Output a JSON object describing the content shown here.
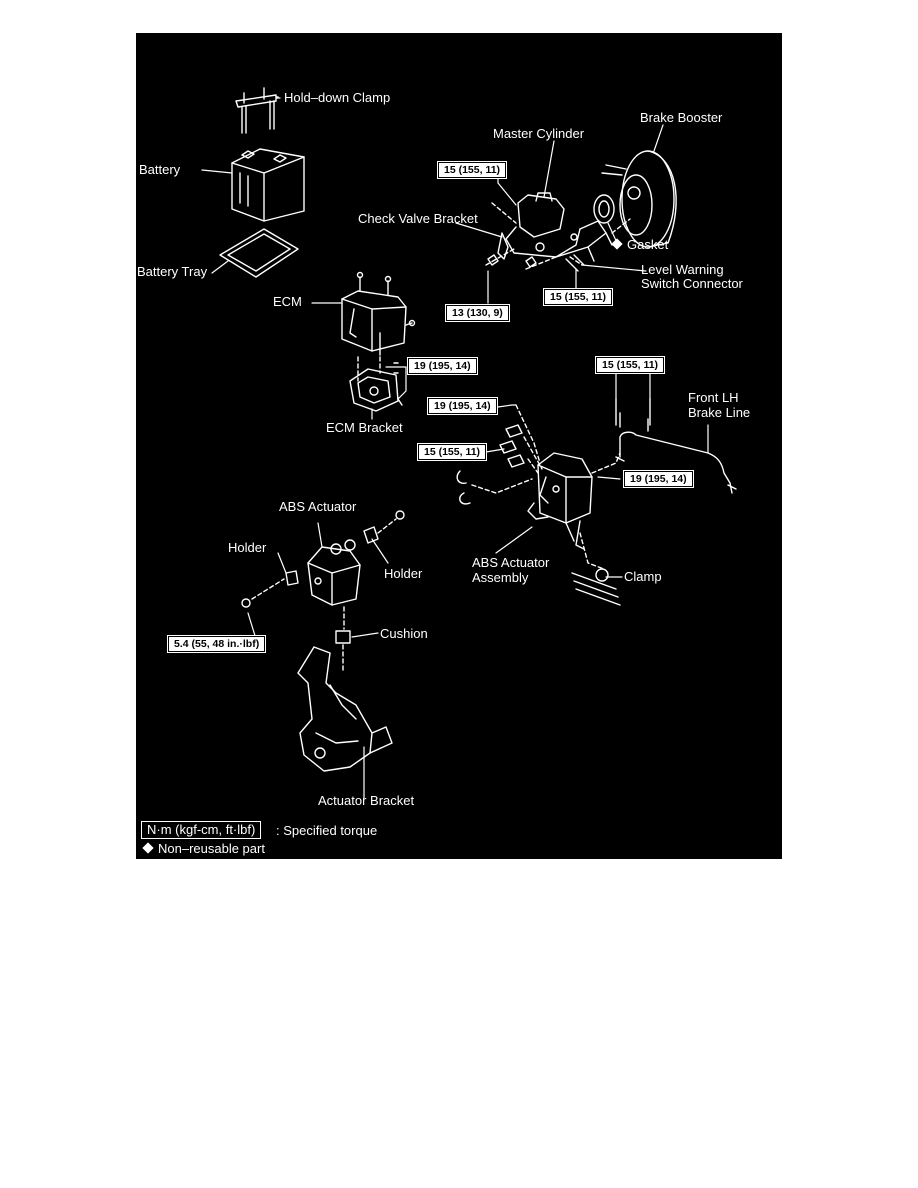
{
  "labels": {
    "hold_down_clamp": "Hold–down Clamp",
    "battery": "Battery",
    "battery_tray": "Battery Tray",
    "master_cylinder": "Master Cylinder",
    "brake_booster": "Brake Booster",
    "check_valve_bracket": "Check Valve Bracket",
    "gasket": "Gasket",
    "level_warning": "Level Warning",
    "switch_connector": "Switch Connector",
    "ecm": "ECM",
    "ecm_bracket": "ECM Bracket",
    "front_lh": "Front LH",
    "brake_line": "Brake Line",
    "abs_actuator": "ABS Actuator",
    "holder_left": "Holder",
    "holder_right": "Holder",
    "abs_actuator_assembly_1": "ABS Actuator",
    "abs_actuator_assembly_2": "Assembly",
    "clamp": "Clamp",
    "cushion": "Cushion",
    "actuator_bracket": "Actuator Bracket"
  },
  "torques": {
    "master_cyl_top": "15 (155, 11)",
    "master_cyl_nut": "13 (130, 9)",
    "level_switch": "15 (155, 11)",
    "ecm_bracket": "19 (195, 14)",
    "brake_line_top": "15 (155, 11)",
    "abs_upper": "19 (195, 14)",
    "abs_lower": "15 (155, 11)",
    "abs_right": "19 (195, 14)",
    "actuator_holder": "5.4 (55, 48 in.·lbf)"
  },
  "legend": {
    "unit_box": "N·m (kgf-cm, ft·lbf)",
    "specified": ": Specified torque",
    "non_reusable": "Non–reusable part"
  },
  "colors": {
    "background": "#000000",
    "foreground": "#ffffff"
  }
}
